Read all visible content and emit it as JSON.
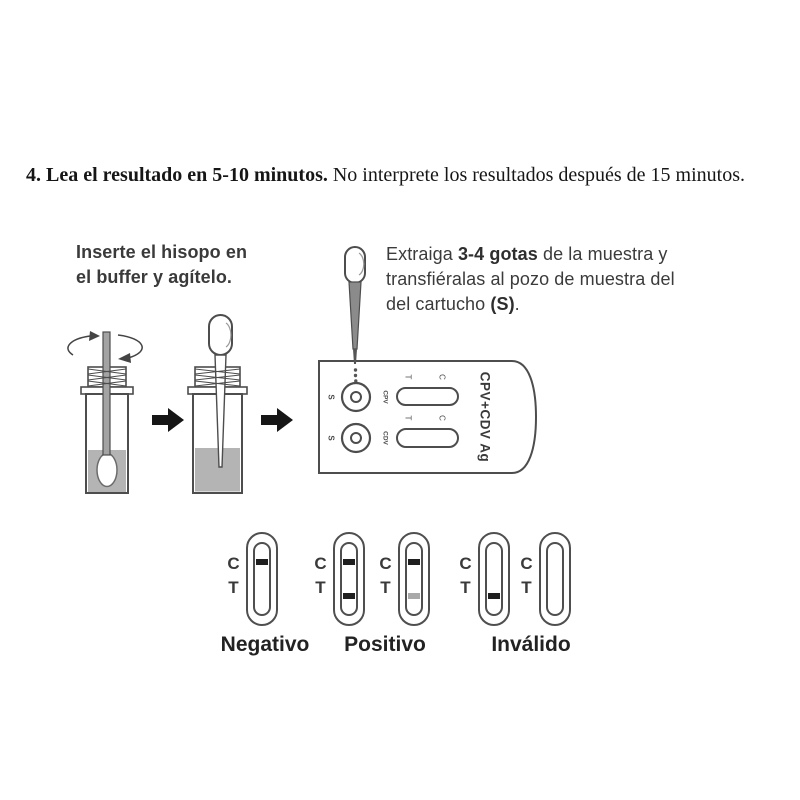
{
  "step": {
    "title_bold": "4. Lea el resultado en 5-10 minutos.",
    "title_rest": " No interprete los resultados después de 15 minutos."
  },
  "left_instruction": {
    "line1": "Inserte el hisopo en",
    "line2": "el buffer y agítelo."
  },
  "right_instruction": {
    "l1_pre": "Extraiga ",
    "l1_bold": "3-4 gotas",
    "l1_post": " de la muestra y",
    "l2": "transfiéralas al pozo de muestra del",
    "l3_pre": "del cartucho ",
    "l3_bold": "(S)",
    "l3_post": "."
  },
  "cassette": {
    "brand": "CPV+CDV Ag",
    "well_label": "S",
    "row1_label": "CPV",
    "row2_label": "CDV",
    "t_label": "T",
    "c_label": "C"
  },
  "results": {
    "c_label": "C",
    "t_label": "T",
    "groups": [
      {
        "label": "Negativo"
      },
      {
        "label": "Positivo"
      },
      {
        "label": "Inválido"
      }
    ],
    "pills": [
      {
        "group": "Negativo",
        "c_band": "dark",
        "t_band": "none"
      },
      {
        "group": "Positivo",
        "c_band": "dark",
        "t_band": "dark"
      },
      {
        "group": "Positivo",
        "c_band": "dark",
        "t_band": "faint"
      },
      {
        "group": "Inválido",
        "c_band": "none",
        "t_band": "dark"
      },
      {
        "group": "Inválido",
        "c_band": "none",
        "t_band": "none"
      }
    ]
  },
  "icons": {
    "flow_arrow": "block-arrow-right",
    "rotation": "rotation-arrows",
    "dropper": "pipette-dropper",
    "swab": "swab-in-tube"
  },
  "colors": {
    "line_dark": "#1f1f1f",
    "line_faint": "#a9a9a9",
    "liquid_gray": "#b4b4b4",
    "stroke_gray": "#4d4d4d",
    "arrow_black": "#161616"
  }
}
